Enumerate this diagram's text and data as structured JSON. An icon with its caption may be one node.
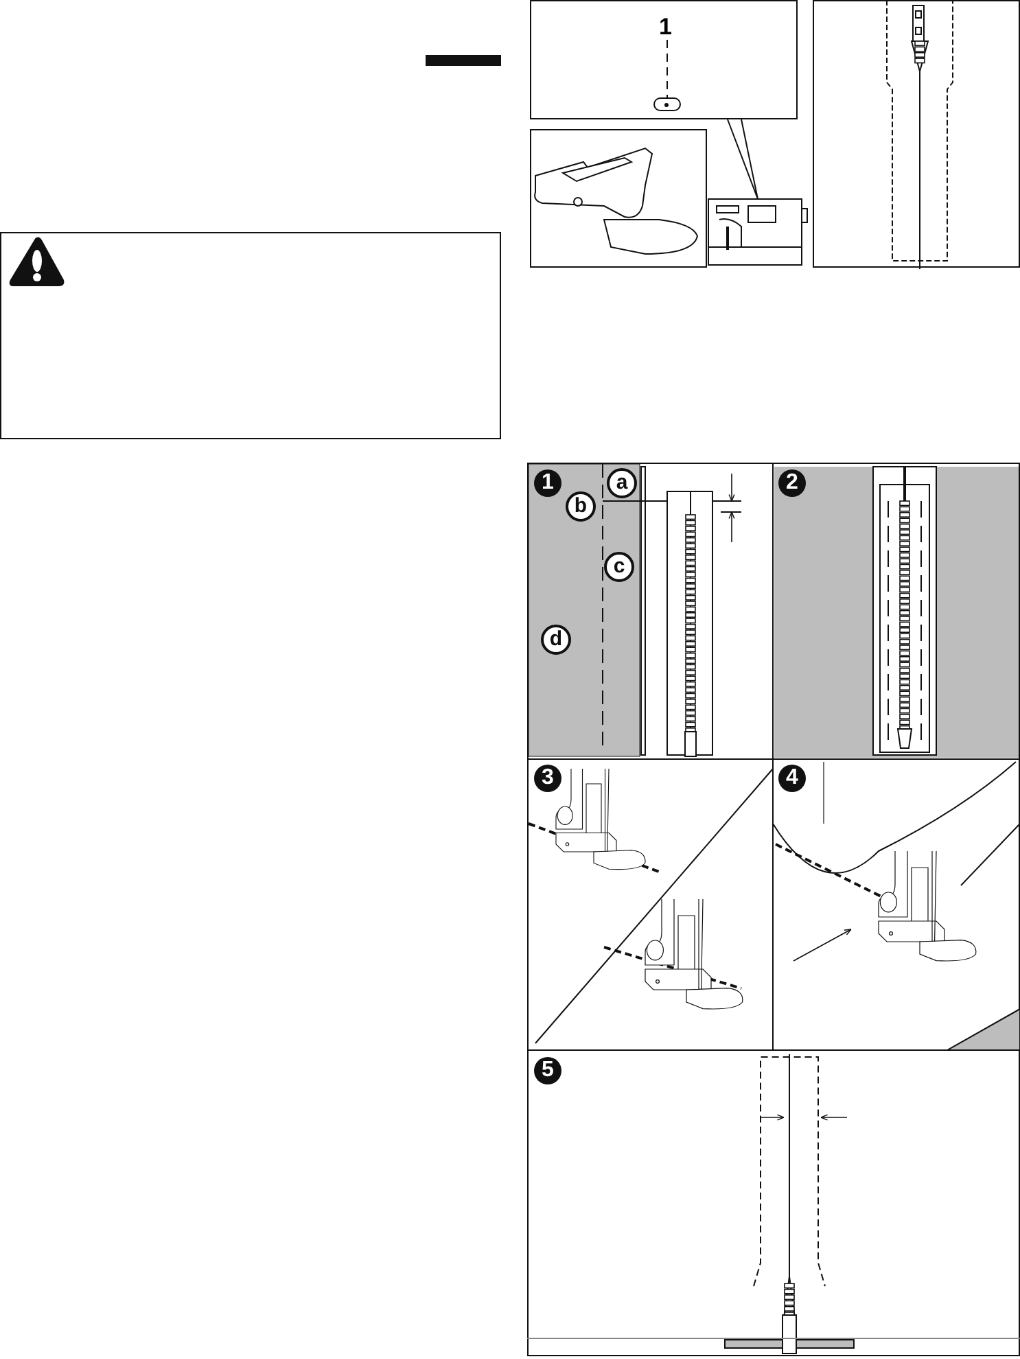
{
  "diagram": {
    "nodes": [
      {
        "text": [
          "1"
        ]
      },
      {
        "text": [],
        "shape": "box"
      }
    ],
    "edges": [
      {
        "from": 0,
        "to": 1,
        "arrow": "none",
        "style": "dashed"
      }
    ],
    "labels": [
      "1",
      "a",
      "b",
      "c",
      "d",
      "2",
      "3",
      "4",
      "5"
    ]
  }
}
